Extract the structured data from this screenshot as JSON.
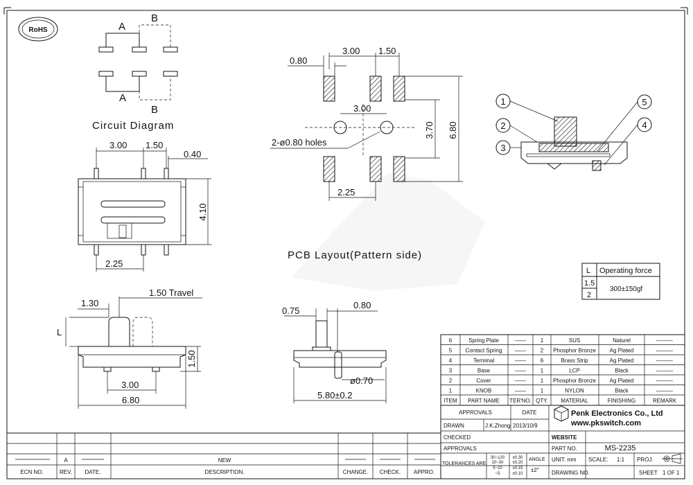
{
  "logo": {
    "text": "RoHS"
  },
  "circuit": {
    "label_a_top": "A",
    "label_b_top": "B",
    "label_a_bottom": "A",
    "label_b_bottom": "B",
    "caption": "Circuit Diagram"
  },
  "pcb": {
    "dim_080": "0.80",
    "dim_300": "3.00",
    "dim_150": "1.50",
    "dim_300_mid": "3.00",
    "dim_370": "3.70",
    "dim_680": "6.80",
    "holes": "2-ø0.80 holes",
    "dim_225": "2.25",
    "caption": "PCB Layout(Pattern side)"
  },
  "top_view": {
    "dim_300": "3.00",
    "dim_150": "1.50",
    "dim_040": "0.40",
    "dim_410": "4.10",
    "dim_225": "2.25"
  },
  "front_view": {
    "dim_130": "1.30",
    "travel": "1.50 Travel",
    "dim_l": "L",
    "dim_150": "1.50",
    "dim_300": "3.00",
    "dim_680": "6.80"
  },
  "side_view": {
    "dim_075": "0.75",
    "dim_080": "0.80",
    "dim_070": "ø0.70",
    "dim_580": "5.80±0.2"
  },
  "section": {
    "callouts": [
      "1",
      "2",
      "3",
      "4",
      "5"
    ]
  },
  "force_table": {
    "header": [
      "L",
      "Operating force"
    ],
    "rows": [
      [
        "1.5",
        "300±150gf"
      ],
      [
        "2",
        ""
      ]
    ]
  },
  "bom": {
    "rows": [
      {
        "no": "6",
        "part": "Spring Plate",
        "dash": "——",
        "qty": "1",
        "material": "SUS",
        "finish": "Naturel",
        "remark": "———"
      },
      {
        "no": "5",
        "part": "Contact Spring",
        "dash": "——",
        "qty": "2",
        "material": "Phosphor Bronze",
        "finish": "Ag Plated",
        "remark": "———"
      },
      {
        "no": "4",
        "part": "Terminal",
        "dash": "——",
        "qty": "6",
        "material": "Brass Strip",
        "finish": "Ag Plated",
        "remark": "———"
      },
      {
        "no": "3",
        "part": "Base",
        "dash": "——",
        "qty": "1",
        "material": "LCP",
        "finish": "Black",
        "remark": "———"
      },
      {
        "no": "2",
        "part": "Cover",
        "dash": "——",
        "qty": "1",
        "material": "Phosphor Bronze",
        "finish": "Ag Plated",
        "remark": "———"
      },
      {
        "no": "1",
        "part": "KNOB",
        "dash": "——",
        "qty": "1",
        "material": "NYLON",
        "finish": "Black",
        "remark": "———"
      }
    ],
    "headers": {
      "item": "ITEM",
      "part": "PART NAME",
      "ter": "TER'NO.",
      "qty": "QTY.",
      "material": "MATERIAL",
      "finish": "FINISHING",
      "remark": "REMARK"
    }
  },
  "title_block": {
    "approvals": "APPROVALS",
    "date": "DATE",
    "drawn": "DRAWN",
    "drawn_by": "J.K.Zhong",
    "drawn_date": "2013/10/9",
    "checked": "CHECKED",
    "approvals2": "APPROVALS",
    "company": "Penk Electronics Co., Ltd",
    "website_url": "www.pkswitch.com",
    "website": "WEBSITE",
    "part_no": "PART NO.",
    "part_value": "MS-2235",
    "tolerances": "TOLERANCES ARE",
    "tol_ranges": [
      "30~120",
      "10~30",
      "5~10",
      "~5"
    ],
    "tol_values": [
      "±0.30",
      "±0.20",
      "±0.15",
      "±0.10"
    ],
    "angle": "ANGLE",
    "angle_value": "±2°",
    "unit": "UNIT: mm",
    "scale": "SCALE:",
    "scale_value": "1:1",
    "proj": "PROJ.",
    "drawing_no": "DRAWING NO.",
    "sheet": "SHEET",
    "sheet_value": "1 OF 1"
  },
  "revision": {
    "headers": {
      "ecn": "ECN NO.",
      "rev": "REV.",
      "date": "DATE.",
      "desc": "DESCRIPTION.",
      "change": "CHANGE.",
      "check": "CHECK.",
      "appro": "APPRO."
    },
    "row": {
      "rev": "A",
      "desc": "NEW"
    }
  }
}
